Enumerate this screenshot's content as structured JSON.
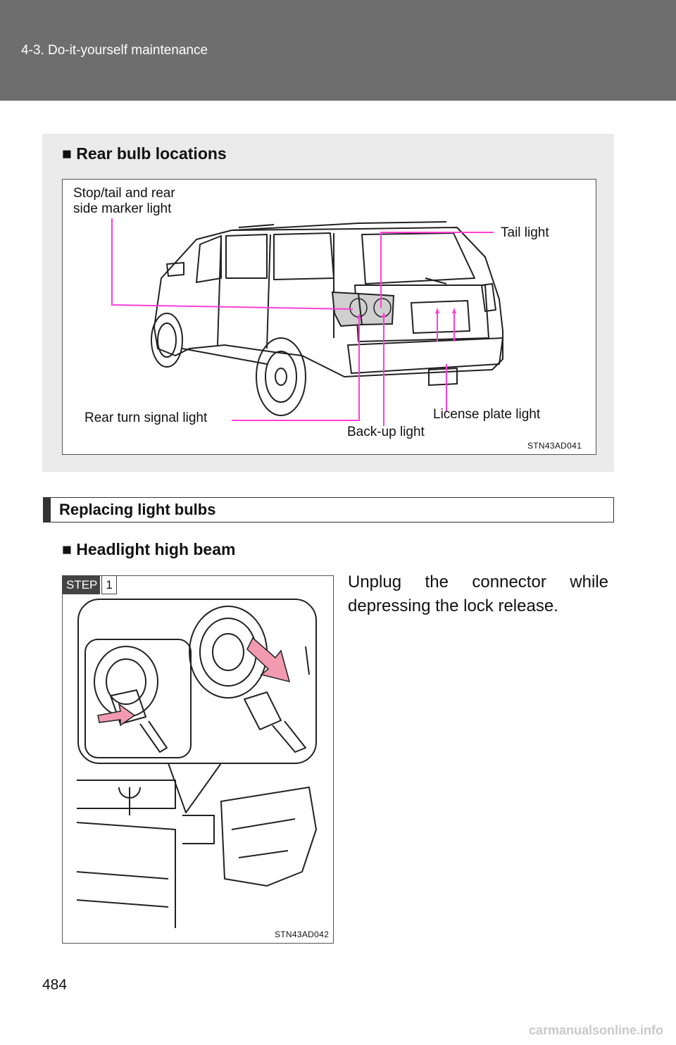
{
  "header": {
    "section_path": "4-3. Do-it-yourself maintenance"
  },
  "rear_bulbs": {
    "heading": "■ Rear bulb locations",
    "callouts": {
      "stop_tail_line1": "Stop/tail and rear",
      "stop_tail_line2": "side marker light",
      "tail_light": "Tail light",
      "rear_turn_signal": "Rear turn signal light",
      "back_up": "Back-up light",
      "license_plate": "License plate light"
    },
    "figure_code": "STN43AD041"
  },
  "replacing": {
    "heading": "Replacing light bulbs",
    "subheading": "■ Headlight high beam",
    "step_label": "STEP",
    "step_number": "1",
    "instruction": "Unplug the connector while depressing the lock release.",
    "figure_code": "STN43AD042"
  },
  "footer": {
    "page_number": "484",
    "watermark": "carmanualsonline.info"
  },
  "colors": {
    "header_band": "#6e6e6e",
    "box_background": "#ebebeb",
    "leader_lines": "#ff3fd8",
    "arrow_pink": "#f29ab0"
  }
}
